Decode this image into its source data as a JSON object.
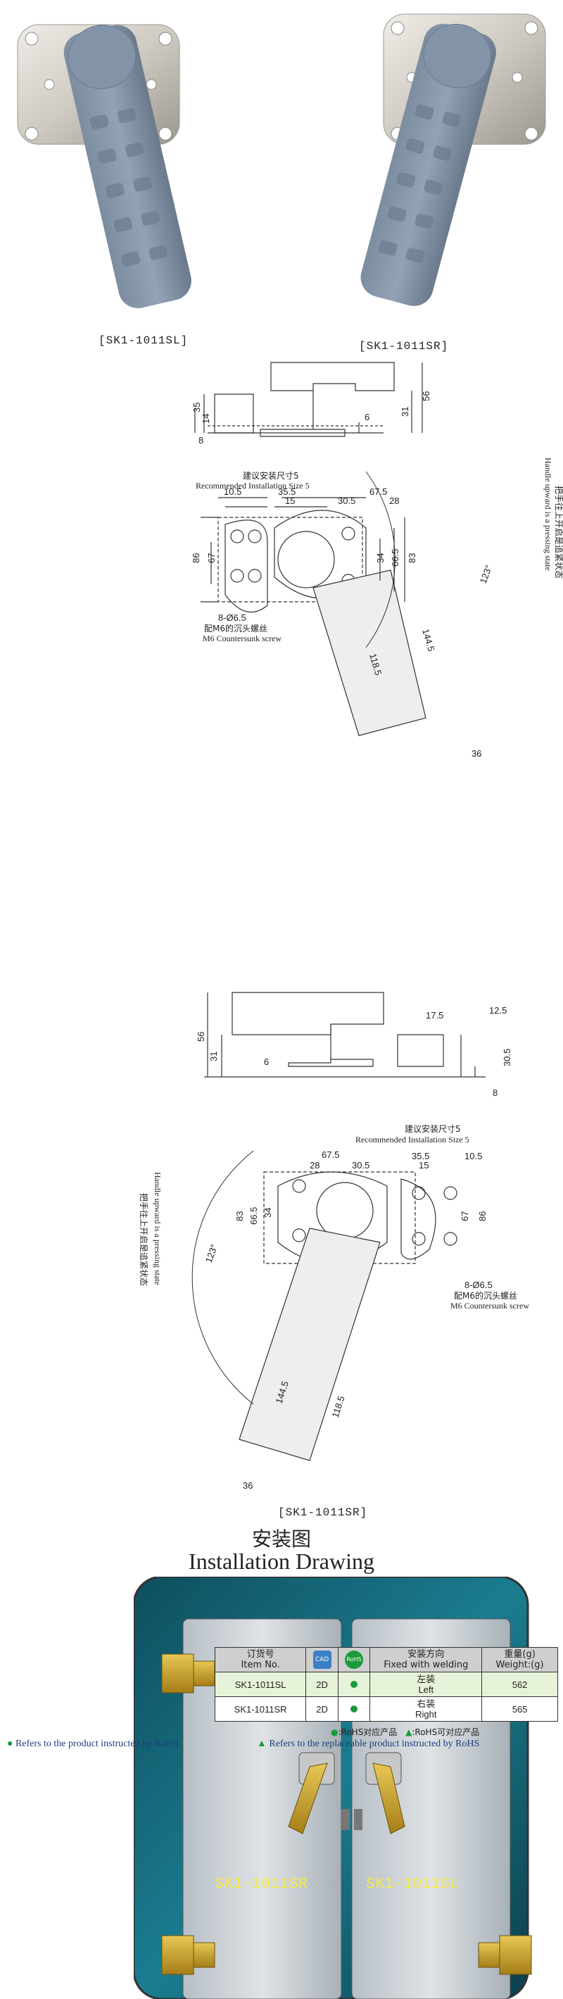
{
  "labels": {
    "left_model": "[SK1-1011SL]",
    "right_model": "[SK1-1011SR]",
    "bottom_model": "[SK1-1011SR]"
  },
  "drawing1": {
    "recommended_cn": "建议安装尺寸5",
    "recommended_en": "Recommended Installation Size 5",
    "dims": {
      "d10_5": "10.5",
      "d35_5": "35.5",
      "d15": "15",
      "d67_5": "67.5",
      "d30_5": "30.5",
      "d28": "28",
      "d86": "86",
      "d67": "67",
      "d34": "34",
      "d66_5": "66.5",
      "d83": "83",
      "d123": "123°",
      "d144_5": "144.5",
      "d118_5": "118.5",
      "d36": "36"
    },
    "screw_cn_1": "8-Ø6.5",
    "screw_cn_2": "配M6的沉头螺丝",
    "screw_en": "M6 Countersunk screw",
    "handle_cn": "把手往上开启是追紧状态",
    "handle_en": "Handle upward is a pressing state"
  },
  "side1": {
    "d35": "35",
    "d14": "14",
    "d8": "8",
    "d31": "31",
    "d56": "56",
    "d6": "6"
  },
  "side2": {
    "d56": "56",
    "d31": "31",
    "d6": "6",
    "d17_5": "17.5",
    "d12_5": "12.5",
    "d30_5": "30.5",
    "d8": "8"
  },
  "install": {
    "title_cn": "安装图",
    "title_en": "Installation Drawing",
    "left_door_label": "SK1-1011SR",
    "right_door_label": "SK1-1011SL"
  },
  "table": {
    "headers": {
      "item_cn": "订货号",
      "item_en": "Item No.",
      "cad": "CAD",
      "rohs": "RoHS",
      "fix_cn": "安装方向",
      "fix_en": "Fixed with welding",
      "weight_cn": "重量(g)",
      "weight_en": "Weight:(g)"
    },
    "rows": [
      {
        "item": "SK1-1011SL",
        "cad": "2D",
        "dir_cn": "左装",
        "dir_en": "Left",
        "weight": "562"
      },
      {
        "item": "SK1-1011SR",
        "cad": "2D",
        "dir_cn": "右装",
        "dir_en": "Right",
        "weight": "565"
      }
    ],
    "legend_rohs": ":RoHS对应产品",
    "legend_rohs_repl": ":RoHS可对应产品"
  },
  "footer": {
    "rohs_text": "Refers to the product instructed by RoHS",
    "rohs_repl_text": "Refers to the replaceable product instructed by RoHS"
  },
  "colors": {
    "rohs_green": "#1a9a3a",
    "door_blue": "#1a6f80",
    "hinge_gold": "#c9a22a"
  }
}
